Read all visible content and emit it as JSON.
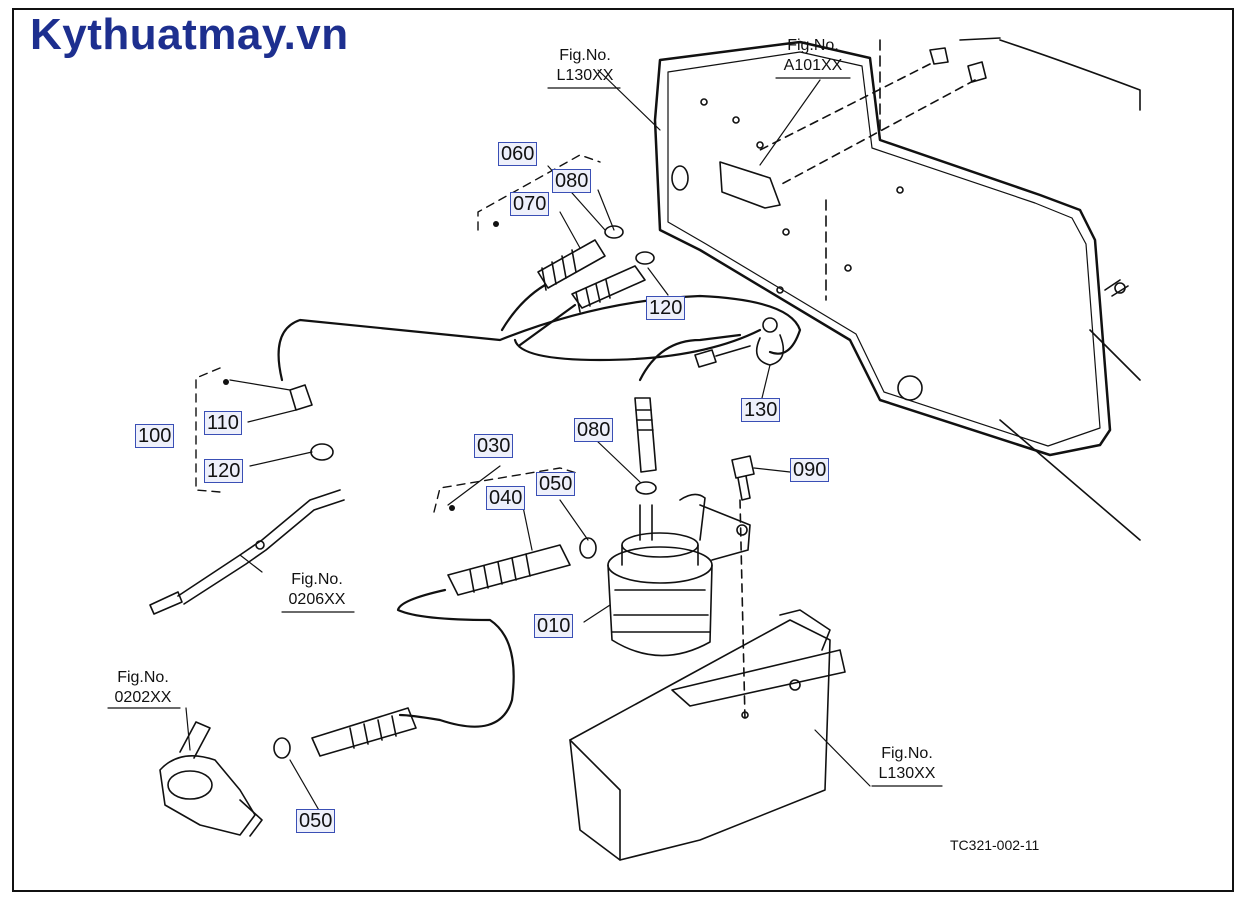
{
  "watermark": "Kythuatmay.vn",
  "part_labels": [
    "060",
    "080",
    "070",
    "120",
    "130",
    "100",
    "110",
    "120",
    "030",
    "080",
    "090",
    "040",
    "050",
    "010",
    "050"
  ],
  "figure_refs": [
    {
      "line1": "Fig.No.",
      "line2": "L130XX"
    },
    {
      "line1": "Fig.No.",
      "line2": "A101XX"
    },
    {
      "line1": "Fig.No.",
      "line2": "0206XX"
    },
    {
      "line1": "Fig.No.",
      "line2": "0202XX"
    },
    {
      "line1": "Fig.No.",
      "line2": "L130XX"
    }
  ],
  "drawing_code": "TC321-002-11",
  "colors": {
    "watermark": "#1d2f8f",
    "label_border": "#3a4fb5",
    "label_fill": "#eef0fb",
    "line": "#111111"
  }
}
